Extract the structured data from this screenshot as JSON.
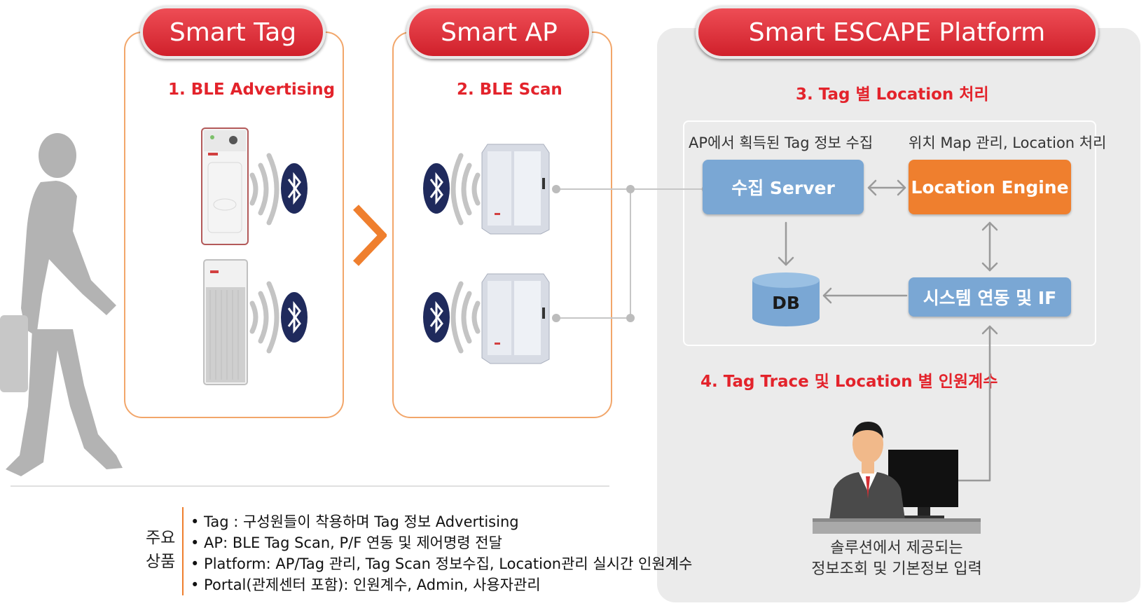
{
  "headers": {
    "smart_tag": "Smart Tag",
    "smart_ap": "Smart AP",
    "platform": "Smart ESCAPE Platform"
  },
  "steps": {
    "s1": "1. BLE Advertising",
    "s2": "2. BLE Scan",
    "s3": "3. Tag 별 Location 처리",
    "s4": "4. Tag Trace 및 Location 별 인원계수"
  },
  "captions": {
    "collect": "AP에서 획득된 Tag 정보 수집",
    "map": "위치 Map 관리, Location 처리"
  },
  "boxes": {
    "server": "수집 Server",
    "engine": "Location Engine",
    "db": "DB",
    "system": "시스템 연동 및  IF"
  },
  "operator_caption": {
    "line1": "솔루션에서 제공되는",
    "line2": "정보조회 및 기본정보 입력"
  },
  "legend": {
    "label_line1": "주요",
    "label_line2": "상품",
    "items": [
      "• Tag : 구성원들이 착용하며 Tag 정보 Advertising",
      "• AP: BLE Tag Scan, P/F 연동 및 제어명령 전달",
      "• Platform: AP/Tag 관리, Tag Scan 정보수집, Location관리 실시간 인원계수",
      "• Portal(관제센터 포함): 인원계수, Admin, 사용자관리"
    ]
  },
  "colors": {
    "accent_red": "#e3232b",
    "panel_border": "#f2a66a",
    "server_blue": "#7aa7d4",
    "engine_orange": "#ef7f2e",
    "bluetooth_navy": "#1f2a5c"
  }
}
